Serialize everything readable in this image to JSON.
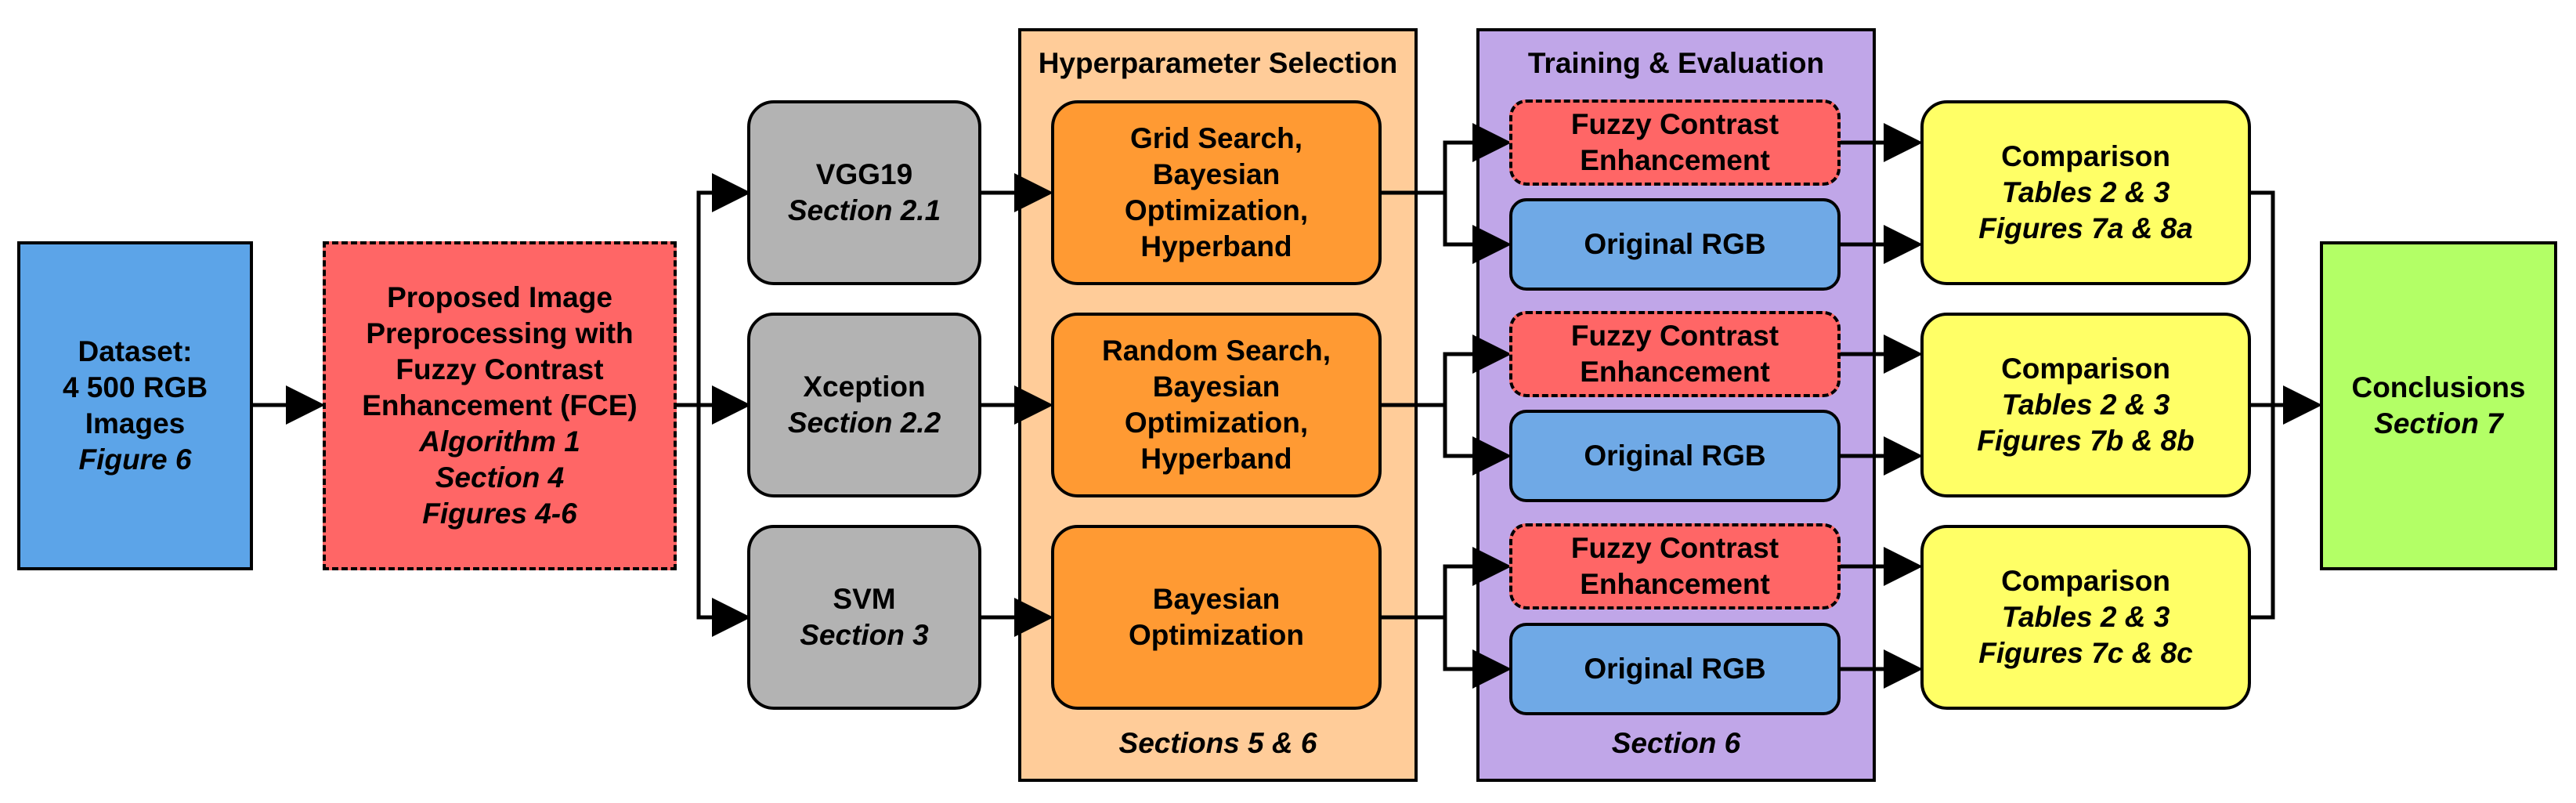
{
  "colors": {
    "blue": "#5ca4e8",
    "red": "#ff6666",
    "gray": "#b3b3b3",
    "orange": "#ff9a33",
    "orange_panel": "#ffcc99",
    "purple_panel": "#c0a6e8",
    "light_blue": "#6fa9e6",
    "yellow": "#ffff66",
    "green": "#b3ff66"
  },
  "panels": {
    "hyper": {
      "title": "Hyperparameter Selection",
      "footer": "Sections 5 & 6"
    },
    "train": {
      "title": "Training & Evaluation",
      "footer": "Section 6"
    }
  },
  "dataset": {
    "line1": "Dataset:",
    "line2": "4 500 RGB",
    "line3": "Images",
    "ref": "Figure 6"
  },
  "preproc": {
    "line1": "Proposed Image",
    "line2": "Preprocessing with",
    "line3": "Fuzzy Contrast",
    "line4": "Enhancement (FCE)",
    "ref1": "Algorithm 1",
    "ref2": "Section 4",
    "ref3": "Figures 4-6"
  },
  "models": [
    {
      "name": "VGG19",
      "ref": "Section 2.1"
    },
    {
      "name": "Xception",
      "ref": "Section 2.2"
    },
    {
      "name": "SVM",
      "ref": "Section 3"
    }
  ],
  "hp": [
    {
      "lines": [
        "Grid Search,",
        "Bayesian",
        "Optimization,",
        "Hyperband"
      ]
    },
    {
      "lines": [
        "Random Search,",
        "Bayesian",
        "Optimization,",
        "Hyperband"
      ]
    },
    {
      "lines": [
        "Bayesian",
        "Optimization"
      ]
    }
  ],
  "fce": {
    "line1": "Fuzzy Contrast",
    "line2": "Enhancement"
  },
  "rgb": {
    "label": "Original RGB"
  },
  "comparisons": [
    {
      "title": "Comparison",
      "tables": "Tables 2 & 3",
      "figures": "Figures 7a & 8a"
    },
    {
      "title": "Comparison",
      "tables": "Tables 2 & 3",
      "figures": "Figures 7b & 8b"
    },
    {
      "title": "Comparison",
      "tables": "Tables 2 & 3",
      "figures": "Figures 7c & 8c"
    }
  ],
  "conclusions": {
    "title": "Conclusions",
    "ref": "Section 7"
  }
}
